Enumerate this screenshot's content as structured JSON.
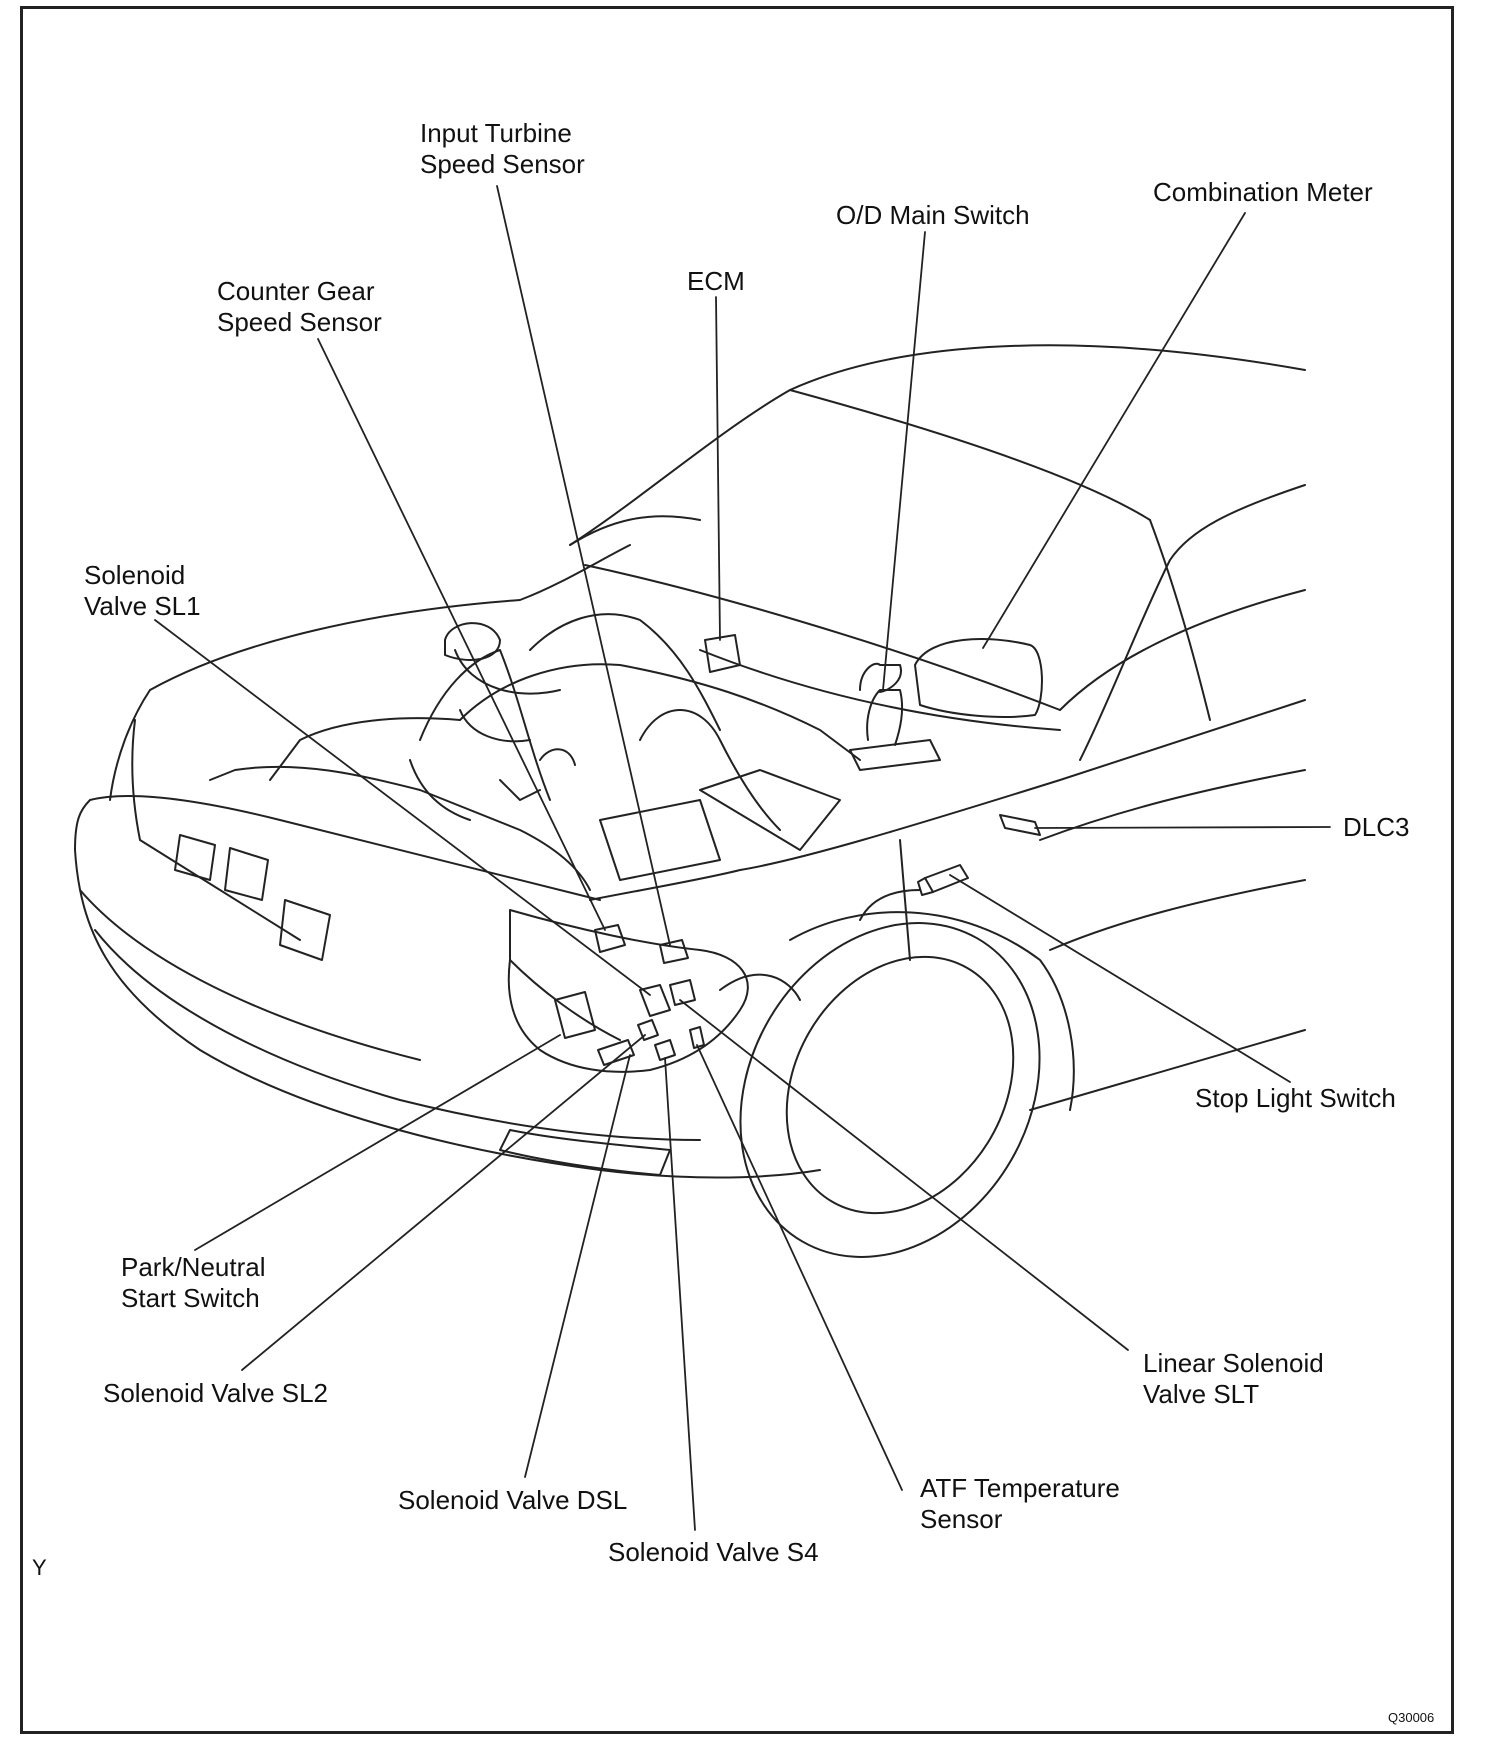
{
  "labels": {
    "input_turbine": [
      "Input Turbine",
      "Speed Sensor"
    ],
    "combination_meter": [
      "Combination Meter"
    ],
    "od_main_switch": [
      "O/D Main Switch"
    ],
    "ecm": [
      "ECM"
    ],
    "counter_gear": [
      "Counter Gear",
      "Speed Sensor"
    ],
    "solenoid_sl1": [
      "Solenoid",
      "Valve SL1"
    ],
    "dlc3": [
      "DLC3"
    ],
    "stop_light_switch": [
      "Stop Light Switch"
    ],
    "park_neutral": [
      "Park/Neutral",
      "Start Switch"
    ],
    "solenoid_sl2": [
      "Solenoid Valve SL2"
    ],
    "linear_solenoid_slt": [
      "Linear Solenoid",
      "Valve SLT"
    ],
    "atf_temperature": [
      "ATF Temperature",
      "Sensor"
    ],
    "solenoid_dsl": [
      "Solenoid Valve DSL"
    ],
    "solenoid_s4": [
      "Solenoid Valve S4"
    ]
  },
  "corner_mark": "Y",
  "figure_code": "Q30006"
}
